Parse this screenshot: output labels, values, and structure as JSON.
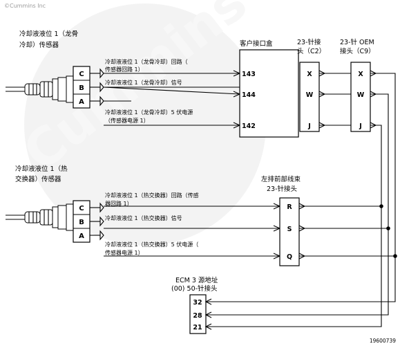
{
  "copyright": "©Cummins Inc",
  "watermark": "Cummins",
  "figure_id": "19600739",
  "sensor1": {
    "title_lines": [
      "冷却液液位 1（龙骨",
      "冷却）传感器"
    ],
    "pins": [
      "C",
      "B",
      "A"
    ],
    "wires": [
      {
        "lines": [
          "冷却液液位  1（龙骨冷却）回路（",
          "传感器回路 1）"
        ]
      },
      {
        "lines": [
          "冷却液液位 1（龙骨冷却）信号"
        ]
      },
      {
        "lines": [
          "冷却液液位  1（龙骨冷却）5 伏电源",
          "（传感器电源 1）"
        ]
      }
    ]
  },
  "sensor2": {
    "title_lines": [
      "冷却液液位 1（热",
      "交换器）传感器"
    ],
    "pins": [
      "C",
      "B",
      "A"
    ],
    "wires": [
      {
        "lines": [
          "冷却液液位  1（热交换器）回路（传感",
          "器回路 1）"
        ]
      },
      {
        "lines": [
          "冷却液液位 1（热交换器）信号"
        ]
      },
      {
        "lines": [
          "冷却液液位  1（热交换器）5  伏电源（",
          "传感器电源 1）"
        ]
      }
    ]
  },
  "customer_box": {
    "title": "客户接口盒",
    "pins": [
      "143",
      "144",
      "142"
    ]
  },
  "conn_c2": {
    "title_lines": [
      "23-针接",
      "头（C2）"
    ],
    "pins": [
      "X",
      "W",
      "J"
    ]
  },
  "conn_c9": {
    "title_lines": [
      "23-针 OEM",
      "接头（C9）"
    ],
    "pins": [
      "X",
      "W",
      "J"
    ]
  },
  "front_harness": {
    "title_lines": [
      "左排前部线束",
      "23-针接头"
    ],
    "pins": [
      "R",
      "S",
      "Q"
    ]
  },
  "ecm": {
    "title_lines": [
      "ECM 3 源地址",
      "(00) 50-针接头"
    ],
    "pins": [
      "32",
      "28",
      "21"
    ]
  }
}
